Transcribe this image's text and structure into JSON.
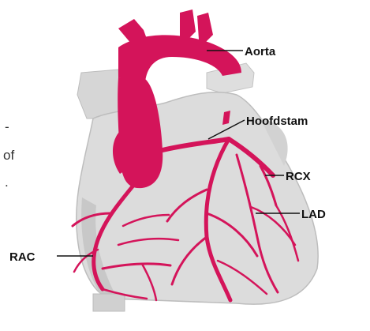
{
  "diagram": {
    "labels": {
      "aorta": "Aorta",
      "hoofdstam": "Hoofdstam",
      "rcx": "RCX",
      "lad": "LAD",
      "rac": "RAC"
    },
    "side_text": {
      "line1": "-",
      "line2": "of",
      "line3": "."
    },
    "colors": {
      "artery": "#d4145a",
      "heart_body": "#dcdcdc",
      "heart_shadow": "#c6c6c6",
      "leader": "#111111"
    }
  }
}
